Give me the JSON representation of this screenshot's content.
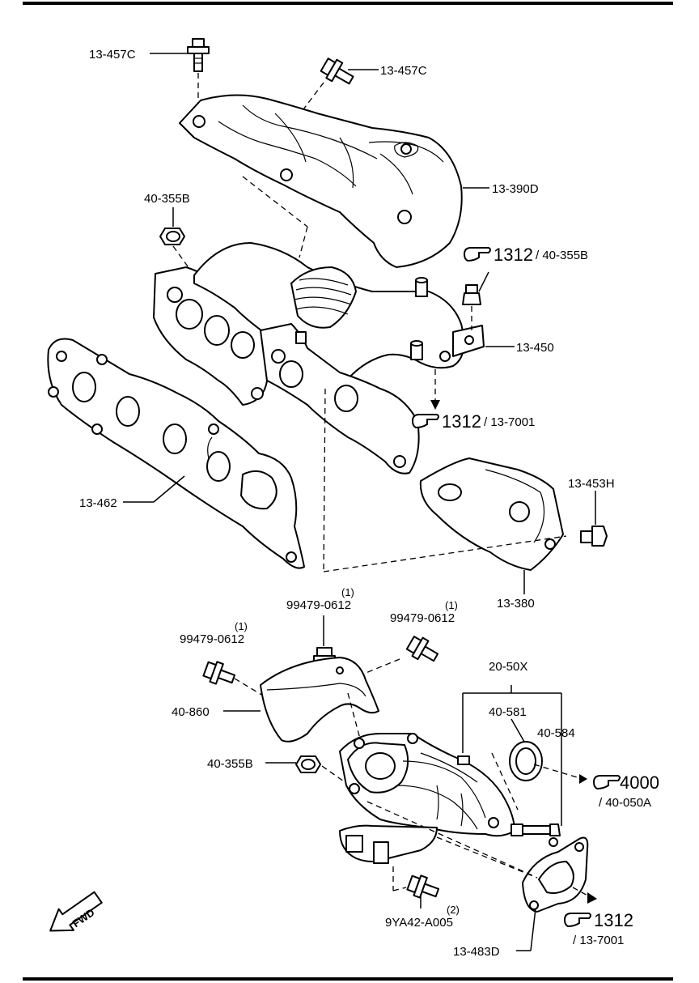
{
  "labels": {
    "bolt_top_left": "13-457C",
    "bolt_top_right": "13-457C",
    "insulator_upper": "13-390D",
    "nut_left": "40-355B",
    "ref_upper_code": "1312",
    "ref_upper_part": "/ 40-355B",
    "manifold": "13-450",
    "ref_mid_code": "1312",
    "ref_mid_part": "/ 13-7001",
    "gasket": "13-462",
    "nut_stud": "13-453H",
    "insulator_lower": "13-380",
    "bolt_center": "99479-0612",
    "bolt_center_qty": "(1)",
    "bolt_right": "99479-0612",
    "bolt_right_qty": "(1)",
    "bolt_left": "99479-0612",
    "bolt_left_qty": "(1)",
    "bracket": "40-860",
    "nut_lower": "40-355B",
    "assembly_group": "20-50X",
    "sensor": "40-581",
    "sensor_b": "40-584",
    "ref_lower_code": "4000",
    "ref_lower_part": "/ 40-050A",
    "bolt_bottom": "9YA42-A005",
    "bolt_bottom_qty": "(2)",
    "ref_bottom_code": "1312",
    "ref_bottom_part": "/ 13-7001",
    "gasket_bottom": "13-483D",
    "fwd": "FWD"
  },
  "icons": [
    "pointing-hand-icon",
    "fwd-arrow-icon"
  ],
  "colors": {
    "ink": "#000000",
    "paper": "#ffffff"
  }
}
